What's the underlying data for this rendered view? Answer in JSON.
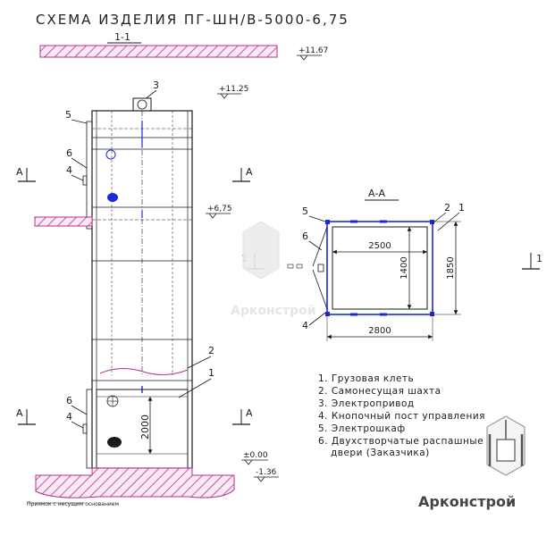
{
  "title": "СХЕМА ИЗДЕЛИЯ ПГ-ШН/В-5000-6,75",
  "section_label": "1-1",
  "section_aa_label": "А-А",
  "levels": {
    "top": "+11.67",
    "mid_top": "+11.25",
    "floor": "+6,75",
    "ground": "±0.00",
    "pit": "-1.36"
  },
  "section_markers": {
    "letter_a": "А",
    "number_1": "1"
  },
  "callouts": [
    "1",
    "2",
    "3",
    "4",
    "5",
    "6"
  ],
  "dimensions": {
    "cabin_height": "2000",
    "plan_inner_width": "2500",
    "plan_inner_depth": "1400",
    "plan_outer_depth": "1850",
    "plan_outer_width": "2800"
  },
  "note": "Приямок с несущим основанием",
  "legend": [
    "1. Грузовая клеть",
    "2. Самонесущая шахта",
    "3. Электропривод",
    "4. Кнопочный пост управления",
    "5. Электрошкаф",
    "6. Двухстворчатые распашные",
    "двери (Заказчика)"
  ],
  "brand": "Арконстрой",
  "watermark": "Арконстрой",
  "colors": {
    "hatch": "#b0338c",
    "accent": "#1a2bd6",
    "line": "#1a1a1a"
  }
}
